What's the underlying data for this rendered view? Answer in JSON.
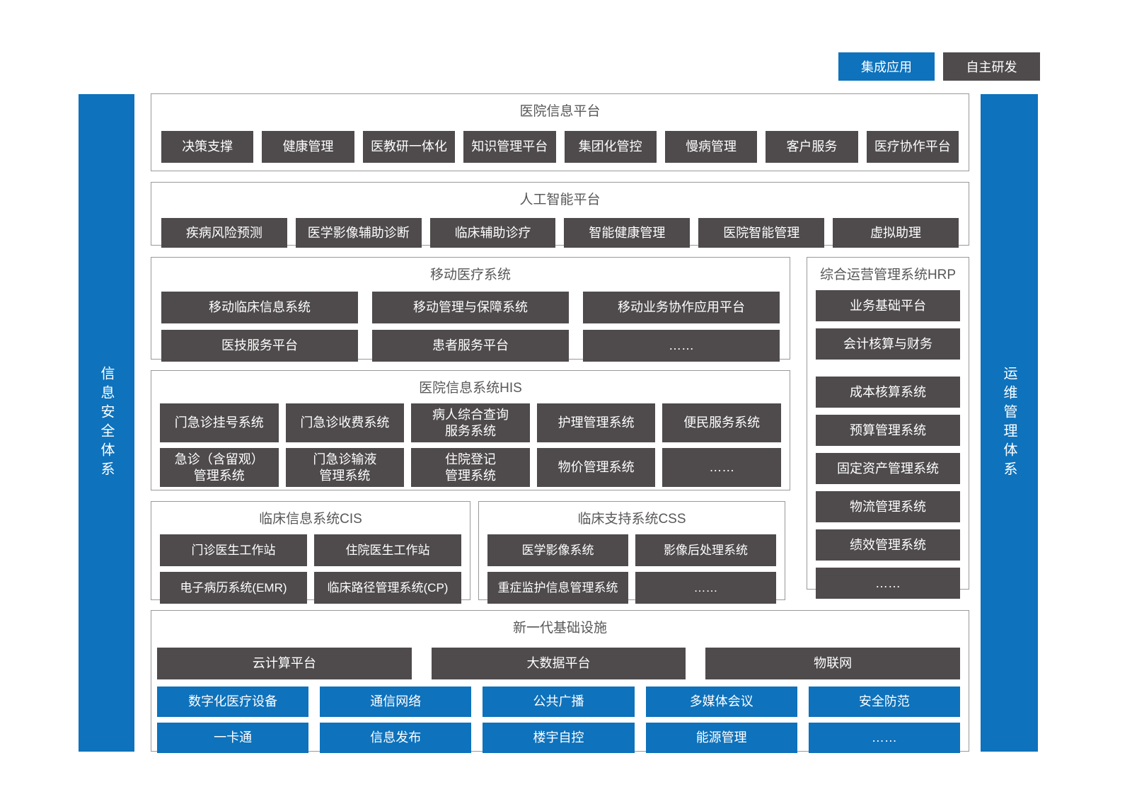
{
  "colors": {
    "integrated_blue": "#0e72bc",
    "self_developed_dark": "#4f4b4c",
    "panel_border": "#999999",
    "title_text": "#595757"
  },
  "legend": {
    "integrated_label": "集成应用",
    "self_developed_label": "自主研发"
  },
  "sidebars": {
    "left_label": "信息安全体系",
    "right_label": "运维管理体系"
  },
  "sections": {
    "hospital_info_platform": {
      "title": "医院信息平台",
      "items": [
        "决策支撑",
        "健康管理",
        "医教研一体化",
        "知识管理平台",
        "集团化管控",
        "慢病管理",
        "客户服务",
        "医疗协作平台"
      ]
    },
    "ai_platform": {
      "title": "人工智能平台",
      "items": [
        "疾病风险预测",
        "医学影像辅助诊断",
        "临床辅助诊疗",
        "智能健康管理",
        "医院智能管理",
        "虚拟助理"
      ]
    },
    "mobile_medical": {
      "title": "移动医疗系统",
      "items": [
        "移动临床信息系统",
        "移动管理与保障系统",
        "移动业务协作应用平台",
        "医技服务平台",
        "患者服务平台",
        "……"
      ]
    },
    "hrp": {
      "title": "综合运营管理系统HRP",
      "group1": [
        "业务基础平台",
        "会计核算与财务"
      ],
      "group2": [
        "成本核算系统",
        "预算管理系统",
        "固定资产管理系统",
        "物流管理系统",
        "绩效管理系统",
        "……"
      ]
    },
    "his": {
      "title": "医院信息系统HIS",
      "items": [
        "门急诊挂号系统",
        "门急诊收费系统",
        "病人综合查询\n服务系统",
        "护理管理系统",
        "便民服务系统",
        "急诊（含留观）\n管理系统",
        "门急诊输液\n管理系统",
        "住院登记\n管理系统",
        "物价管理系统",
        "……"
      ]
    },
    "cis": {
      "title": "临床信息系统CIS",
      "items": [
        "门诊医生工作站",
        "住院医生工作站",
        "电子病历系统(EMR)",
        "临床路径管理系统(CP)"
      ]
    },
    "css_support": {
      "title": "临床支持系统CSS",
      "items": [
        "医学影像系统",
        "影像后处理系统",
        "重症监护信息管理系统",
        "……"
      ]
    },
    "infrastructure": {
      "title": "新一代基础设施",
      "dark_items": [
        "云计算平台",
        "大数据平台",
        "物联网"
      ],
      "blue_items": [
        "数字化医疗设备",
        "通信网络",
        "公共广播",
        "多媒体会议",
        "安全防范",
        "一卡通",
        "信息发布",
        "楼宇自控",
        "能源管理",
        "……"
      ]
    }
  }
}
